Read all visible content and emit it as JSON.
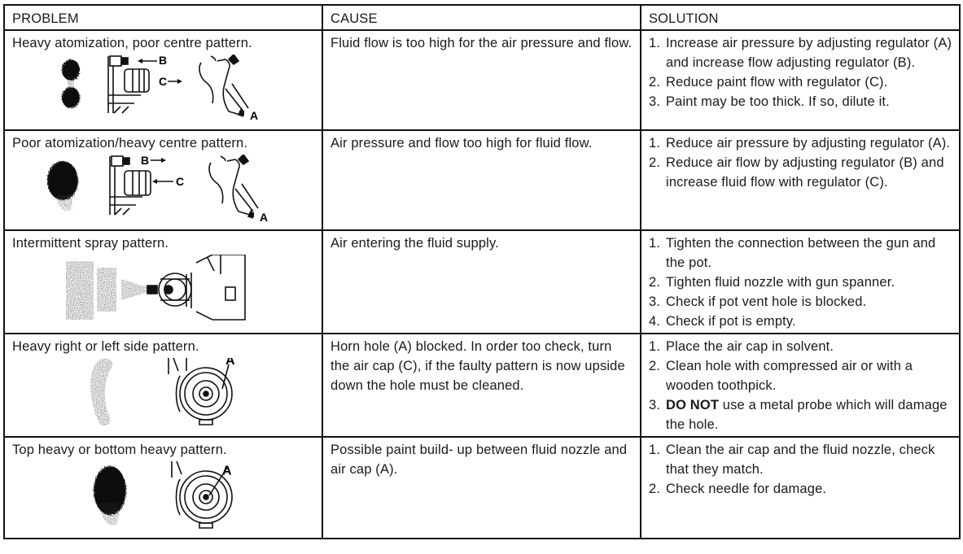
{
  "headers": {
    "problem": "PROBLEM",
    "cause": "CAUSE",
    "solution": "SOLUTION"
  },
  "rows": [
    {
      "problem": "Heavy atomization, poor centre pattern.",
      "cause": "Fluid flow is too high for the air pressure and flow.",
      "solutions": [
        {
          "n": "1.",
          "t": "Increase air pressure by adjusting regulator (A) and increase flow adjusting regulator (B)."
        },
        {
          "n": "2.",
          "t": "Reduce paint flow with regulator (C)."
        },
        {
          "n": "3.",
          "t": "Paint may be too thick. If so, dilute it."
        }
      ],
      "labels": {
        "b": "B",
        "c": "C",
        "a": "A"
      }
    },
    {
      "problem": "Poor atomization/heavy centre pattern.",
      "cause": "Air pressure and flow too high for fluid flow.",
      "solutions": [
        {
          "n": "1.",
          "t": "Reduce air pressure by adjusting regulator (A)."
        },
        {
          "n": "2.",
          "t": "Reduce air flow by adjusting regulator (B) and increase fluid flow with regulator (C)."
        }
      ],
      "labels": {
        "b": "B",
        "c": "C",
        "a": "A"
      }
    },
    {
      "problem": "Intermittent spray pattern.",
      "cause": "Air entering the fluid supply.",
      "solutions": [
        {
          "n": "1.",
          "t": "Tighten the connection between the gun and the pot."
        },
        {
          "n": "2.",
          "t": "Tighten fluid nozzle with gun spanner."
        },
        {
          "n": "3.",
          "t": "Check if pot vent hole is blocked."
        },
        {
          "n": "4.",
          "t": "Check if pot is empty."
        }
      ]
    },
    {
      "problem": "Heavy right or left side pattern.",
      "cause": "Horn hole (A) blocked. In order too check, turn the air cap (C), if the faulty pattern is now upside down the hole must be cleaned.",
      "solutions": [
        {
          "n": "1.",
          "t": "Place the air cap in solvent."
        },
        {
          "n": "2.",
          "t": "Clean hole with compressed air or with a wooden toothpick."
        },
        {
          "n": "3.",
          "bold": "DO NOT",
          "t": " use a metal probe which will damage the hole."
        }
      ],
      "labels": {
        "a": "A"
      }
    },
    {
      "problem": "Top heavy or bottom heavy pattern.",
      "cause": "Possible paint build- up between fluid nozzle and air cap (A).",
      "solutions": [
        {
          "n": "1.",
          "t": "Clean the air cap and the fluid nozzle, check that they match."
        },
        {
          "n": "2.",
          "t": "Check needle for damage."
        }
      ],
      "labels": {
        "a": "A"
      }
    }
  ]
}
